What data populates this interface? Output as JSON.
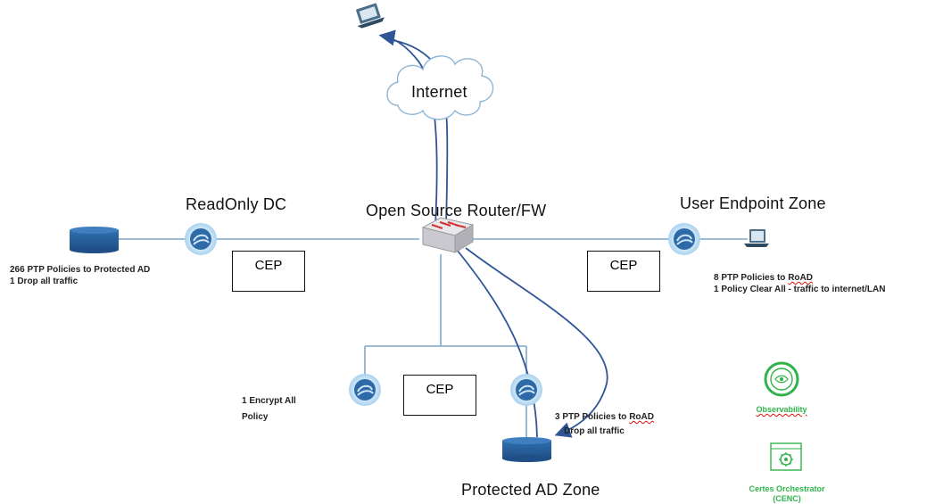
{
  "labels": {
    "internet": "Internet",
    "router": "Open Source Router/FW",
    "readonly_dc": "ReadOnly DC",
    "user_endpoint_zone": "User Endpoint Zone",
    "protected_ad_zone": "Protected AD Zone"
  },
  "cep_boxes": [
    "CEP",
    "CEP",
    "CEP"
  ],
  "notes": {
    "readonly_line1": "266 PTP Policies to Protected AD",
    "readonly_line2": "1 Drop all  traffic",
    "user_line1_prefix": "8 PTP Policies to ",
    "user_line1_roaD": "RoAD",
    "user_line2": "1 Policy Clear All  - traffic to internet/LAN",
    "encrypt_line1": "1 Encrypt All",
    "encrypt_line2": "Policy",
    "protected_line1_prefix": "3 PTP Policies to ",
    "protected_line1_roaD": "RoAD",
    "protected_line2": "Drop all traffic"
  },
  "legend": {
    "observability": "Observability",
    "orchestrator_line1": "Certes Orchestrator",
    "orchestrator_line2": "(CENC)"
  },
  "colors": {
    "line": "#7fa6c8",
    "flow": "#2f5597",
    "node_fill": "#2e6aa8",
    "node_ring": "#bcdcf2",
    "green": "#2fb34a"
  },
  "icons": {
    "laptop": "laptop-icon",
    "cloud": "cloud-icon",
    "router": "router-icon",
    "database": "database-icon",
    "cep_node": "cep-node-icon",
    "observability": "eye-icon",
    "orchestrator": "gear-icon"
  }
}
